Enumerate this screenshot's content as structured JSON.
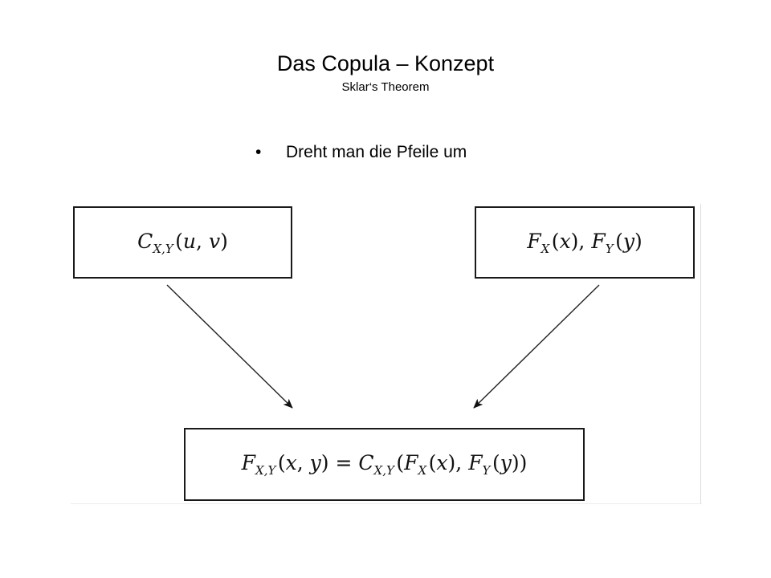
{
  "header": {
    "title": "Das Copula – Konzept",
    "subtitle": "Sklar‘s Theorem"
  },
  "bullets": [
    {
      "marker": "•",
      "text": "Dreht man die Pfeile um"
    }
  ],
  "diagram": {
    "box_left": {
      "formula": "C_{X,Y}(u, v)"
    },
    "box_right": {
      "formula": "F_X(x), F_Y(y)"
    },
    "box_bottom": {
      "formula": "F_{X,Y}(x, y) = C_{X,Y}(F_X(x), F_Y(y))"
    }
  }
}
